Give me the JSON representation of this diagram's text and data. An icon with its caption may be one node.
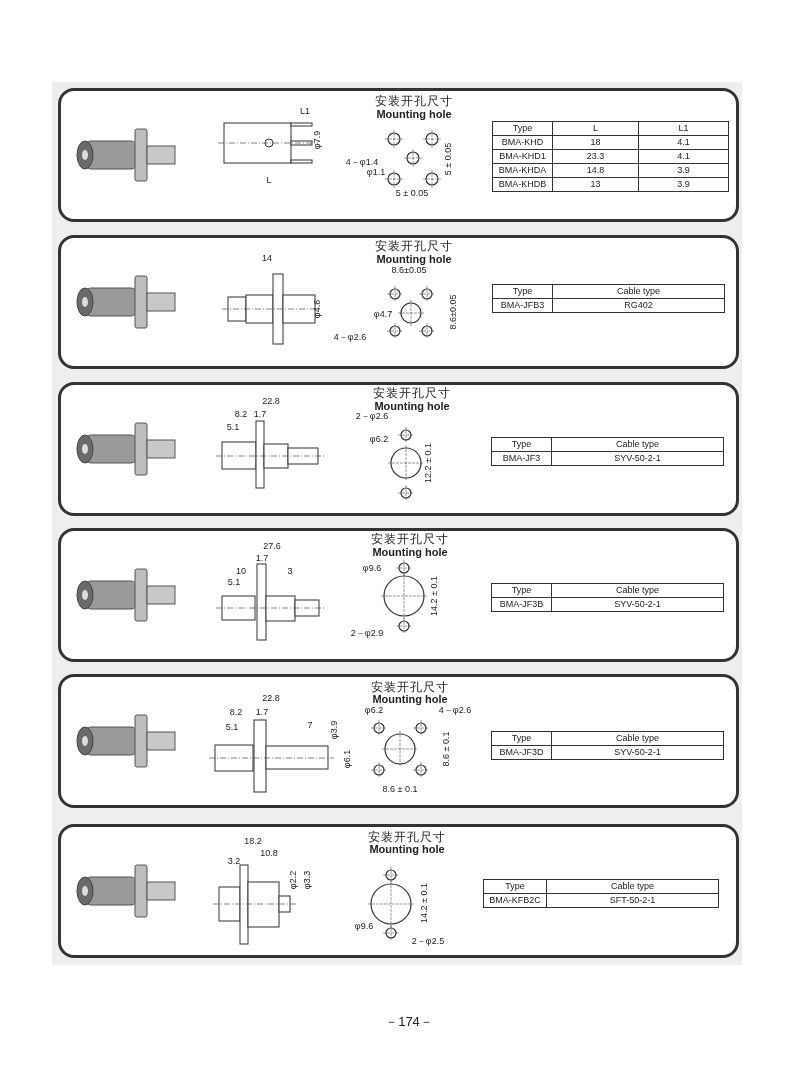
{
  "diagram": {
    "labels": [
      "L1",
      "φ7.9",
      "L",
      "安装开孔尺寸",
      "Mounting hole",
      "4－φ1.4",
      "φ1.1",
      "5 ± 0.05",
      "5 ± 0.05",
      "Type",
      "L",
      "L1",
      "BMA-KHD",
      "18",
      "4.1",
      "BMA-KHD1",
      "23.3",
      "4.1",
      "BMA-KHDA",
      "14.8",
      "3.9",
      "BMA-KHDB",
      "13",
      "3.9",
      "14",
      "φ4.6",
      "安装开孔尺寸",
      "Mounting hole",
      "8.6±0.05",
      "φ4.7",
      "8.6±0.05",
      "4－φ2.6",
      "Type",
      "Cable type",
      "BMA-JFB3",
      "RG402",
      "22.8",
      "8.2",
      "1.7",
      "5.1",
      "安装开孔尺寸",
      "Mounting hole",
      "2－φ2.6",
      "φ6.2",
      "12.2 ± 0.1",
      "Type",
      "Cable type",
      "BMA-JF3",
      "SYV-50-2-1",
      "27.6",
      "1.7",
      "10",
      "3",
      "5.1",
      "安装开孔尺寸",
      "Mounting hole",
      "φ9.6",
      "14.2 ± 0.1",
      "2－φ2.9",
      "Type",
      "Cable type",
      "BMA-JF3B",
      "SYV-50-2-1",
      "22.8",
      "8.2",
      "1.7",
      "5.1",
      "7",
      "φ3.9",
      "φ6.1",
      "安装开孔尺寸",
      "Mounting hole",
      "φ6.2",
      "4－φ2.6",
      "8.6 ± 0.1",
      "8.6 ± 0.1",
      "Type",
      "Cable type",
      "BMA-JF3D",
      "SYV-50-2-1",
      "18.2",
      "10.8",
      "3.2",
      "φ2.2",
      "φ3.3",
      "安装开孔尺寸",
      "Mounting hole",
      "φ9.6",
      "14.2 ± 0.1",
      "2－φ2.5",
      "Type",
      "Cable type",
      "BMA-KFB2C",
      "SFT-50-2-1",
      "－174－"
    ]
  }
}
